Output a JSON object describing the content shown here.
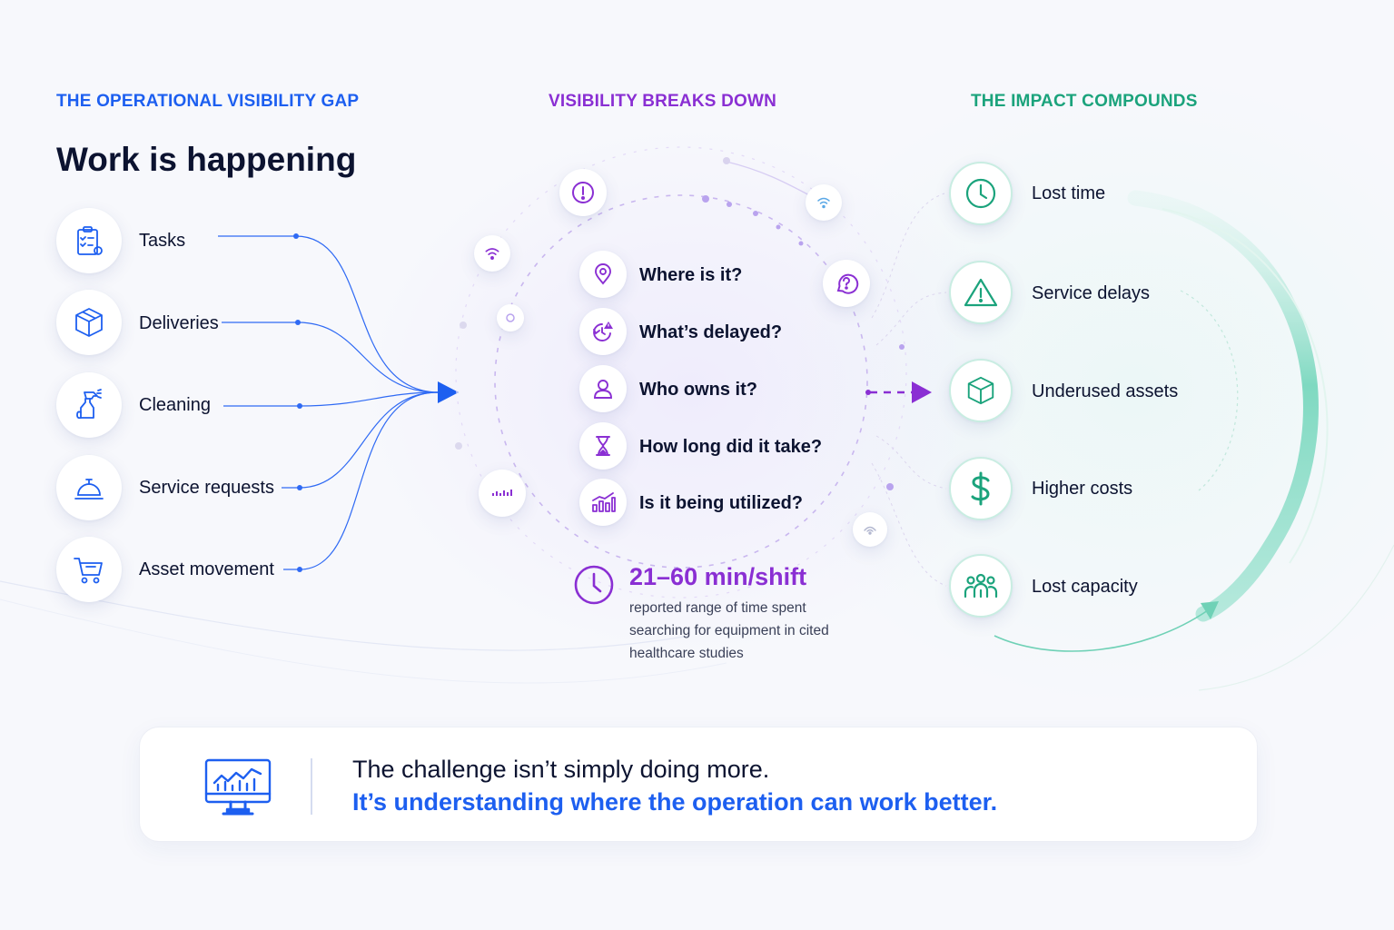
{
  "sections": {
    "left_label": "THE OPERATIONAL VISIBILITY GAP",
    "middle_label": "VISIBILITY BREAKS DOWN",
    "right_label": "THE IMPACT COMPOUNDS"
  },
  "left": {
    "heading": "Work is happening",
    "items": [
      {
        "label": "Tasks",
        "icon": "clipboard-icon"
      },
      {
        "label": "Deliveries",
        "icon": "box-icon"
      },
      {
        "label": "Cleaning",
        "icon": "spray-bottle-icon"
      },
      {
        "label": "Service requests",
        "icon": "service-bell-icon"
      },
      {
        "label": "Asset movement",
        "icon": "cart-icon"
      }
    ]
  },
  "middle": {
    "questions": [
      {
        "label": "Where is it?",
        "icon": "location-pin-icon"
      },
      {
        "label": "What’s delayed?",
        "icon": "delay-clock-icon"
      },
      {
        "label": "Who owns it?",
        "icon": "person-icon"
      },
      {
        "label": "How long did it take?",
        "icon": "hourglass-icon"
      },
      {
        "label": "Is it being utilized?",
        "icon": "bar-chart-icon"
      }
    ],
    "stat": {
      "value": "21–60 min/shift",
      "description": "reported range of time spent searching for equipment in cited healthcare studies",
      "icon": "clock-icon"
    }
  },
  "right": {
    "items": [
      {
        "label": "Lost time",
        "icon": "clock-icon"
      },
      {
        "label": "Service delays",
        "icon": "warning-icon"
      },
      {
        "label": "Underused assets",
        "icon": "cube-icon"
      },
      {
        "label": "Higher costs",
        "icon": "dollar-icon"
      },
      {
        "label": "Lost capacity",
        "icon": "people-icon"
      }
    ]
  },
  "banner": {
    "line1": "The challenge isn’t simply doing more.",
    "line2": "It’s understanding where the operation can work better.",
    "icon": "monitor-chart-icon"
  },
  "colors": {
    "blue": "#1d5ff0",
    "purple": "#8a2fd3",
    "green": "#1ba37c",
    "ink": "#0c1330"
  }
}
